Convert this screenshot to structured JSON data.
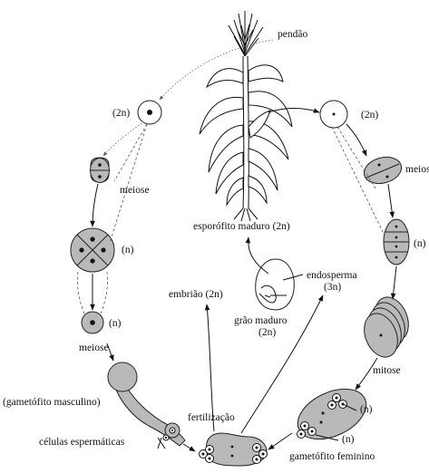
{
  "labels": {
    "pendao": "pendão",
    "esporofito": "esporófito maduro (2n)",
    "ploidy_2n_left": "(2n)",
    "ploidy_2n_right": "(2n)",
    "meiose_left": "meiose",
    "meiose_right": "meiose",
    "n_tetrad": "(n)",
    "n_microspore": "(n)",
    "n_megaspores": "(n)",
    "meiose_bottom": "meiose",
    "gametofito_masculino": "(gametófito masculino)",
    "endosperma": "endosperma",
    "endosperma_ploidy": "(3n)",
    "embriao": "embrião (2n)",
    "grao_maduro": "grão maduro",
    "grao_maduro_ploidy": "(2n)",
    "mitose": "mitose",
    "n_egg_upper": "(n)",
    "n_egg_lower": "(n)",
    "fertilizacao": "fertilização",
    "celulas_espermaticas": "células espermáticas",
    "gametofito_feminino": "gametófito feminino"
  }
}
